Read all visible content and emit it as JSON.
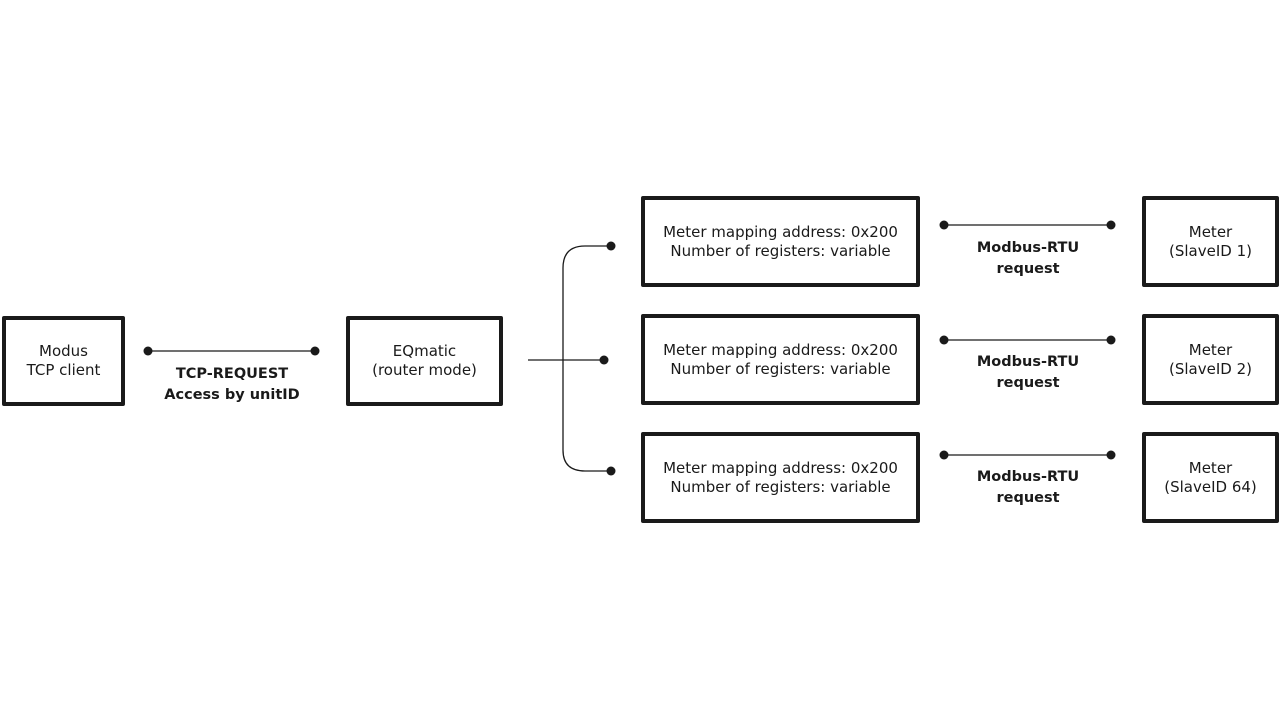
{
  "client": {
    "line1": "Modus",
    "line2": "TCP client"
  },
  "tcp_link": {
    "line1": "TCP-REQUEST",
    "line2": "Access by unitID"
  },
  "router": {
    "line1": "EQmatic",
    "line2": "(router mode)"
  },
  "mappings": [
    {
      "line1": "Meter mapping address: 0x200",
      "line2": "Number of registers: variable"
    },
    {
      "line1": "Meter mapping address: 0x200",
      "line2": "Number of registers: variable"
    },
    {
      "line1": "Meter mapping address: 0x200",
      "line2": "Number of registers: variable"
    }
  ],
  "rtu_links": [
    {
      "line1": "Modbus-RTU",
      "line2": "request"
    },
    {
      "line1": "Modbus-RTU",
      "line2": "request"
    },
    {
      "line1": "Modbus-RTU",
      "line2": "request"
    }
  ],
  "meters": [
    {
      "line1": "Meter",
      "line2": "(SlaveID 1)"
    },
    {
      "line1": "Meter",
      "line2": "(SlaveID 2)"
    },
    {
      "line1": "Meter",
      "line2": "(SlaveID 64)"
    }
  ]
}
